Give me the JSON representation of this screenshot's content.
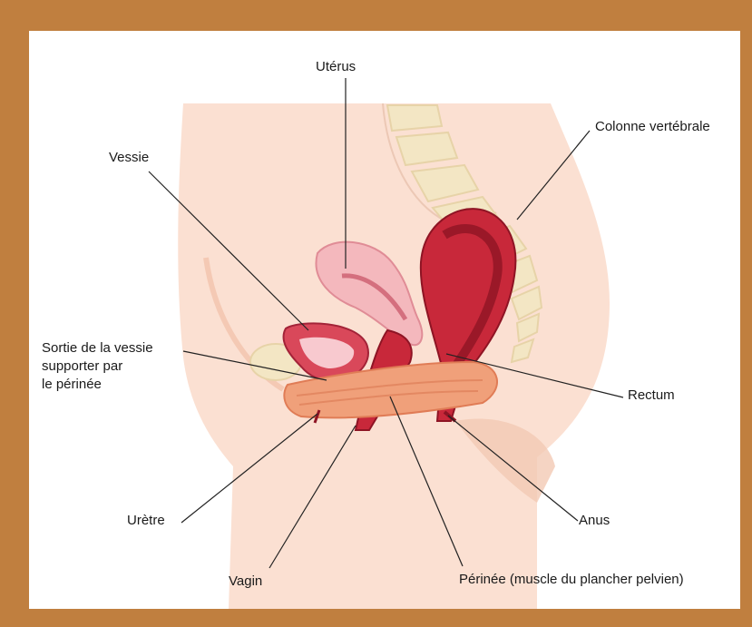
{
  "diagram": {
    "labels": {
      "uterus": "Utérus",
      "spine": "Colonne vertébrale",
      "bladder": "Vessie",
      "bladder_exit_line1": "Sortie de la vessie",
      "bladder_exit_line2": "supporter par",
      "bladder_exit_line3": "le périnée",
      "rectum": "Rectum",
      "urethra": "Urètre",
      "anus": "Anus",
      "vagina": "Vagin",
      "perineum": "Périnée (muscle du plancher pelvien)"
    },
    "colors": {
      "frame": "#c07f3f",
      "background": "#ffffff",
      "skin": "#fbe0d2",
      "skin_dark": "#f2c9b4",
      "bone": "#f3e6c4",
      "uterus": "#f4b8bd",
      "organ_red": "#c8283a",
      "organ_dark": "#8e1424",
      "muscle": "#f0a07a",
      "leader_line": "#222222"
    }
  }
}
